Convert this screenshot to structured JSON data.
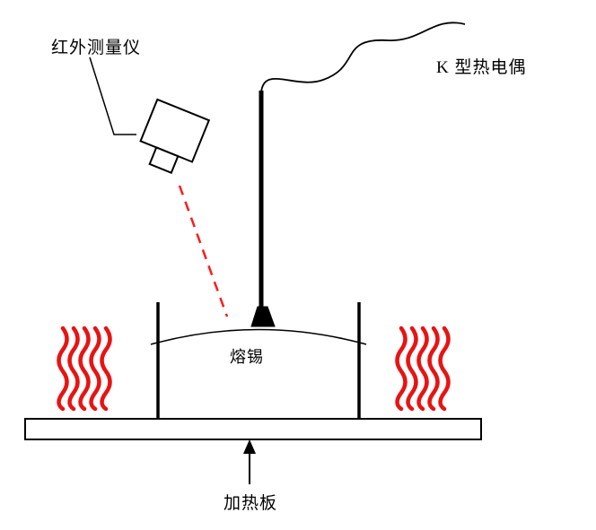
{
  "diagram": {
    "title": "solder-temperature-measurement-setup",
    "labels": {
      "infrared": "红外测量仪",
      "thermocouple": "K 型热电偶",
      "solder": "熔锡",
      "hotplate": "加热板"
    },
    "colors": {
      "heat": "#e81313",
      "laser": "#ff1a1a",
      "line": "#000000",
      "background": "#ffffff"
    }
  }
}
